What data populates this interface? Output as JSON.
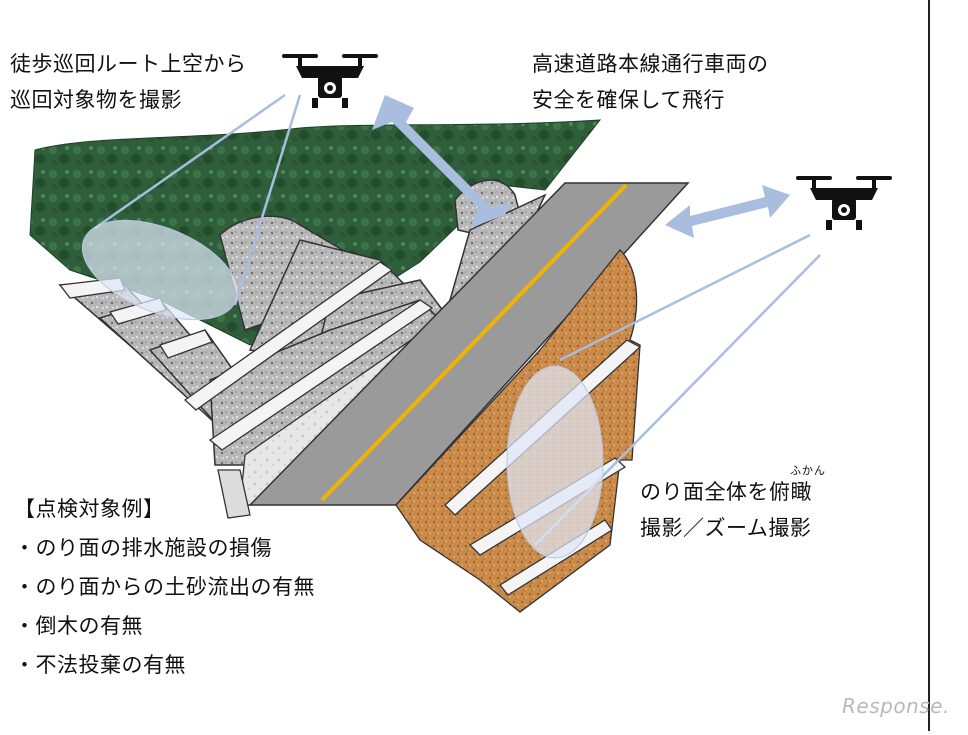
{
  "labels": {
    "patrol_route_1": "徒歩巡回ルート上空から",
    "patrol_route_2": "巡回対象物を撮影",
    "highway_safety_1": "高速道路本線通行車両の",
    "highway_safety_2": "安全を確保して飛行",
    "slope_overview_1": "のり面全体を俯瞰",
    "slope_overview_2": "撮影／ズーム撮影",
    "furigana": "ふかん"
  },
  "inspection": {
    "title": "【点検対象例】",
    "items": [
      "・のり面の排水施設の損傷",
      "・のり面からの土砂流出の有無",
      "・倒木の有無",
      "・不法投棄の有無"
    ]
  },
  "watermark": "Response.",
  "colors": {
    "forest": "#2f5f3a",
    "forest_dark": "#1f4a2a",
    "stone": "#b4b4b4",
    "road": "#9a9a9a",
    "centerline": "#f0b400",
    "soil": "#c98a4a",
    "arrow": "#a9bddf",
    "beam": "#b9c9e6",
    "drone": "#111111"
  },
  "icons": [
    "drone-icon",
    "double-arrow-icon"
  ]
}
